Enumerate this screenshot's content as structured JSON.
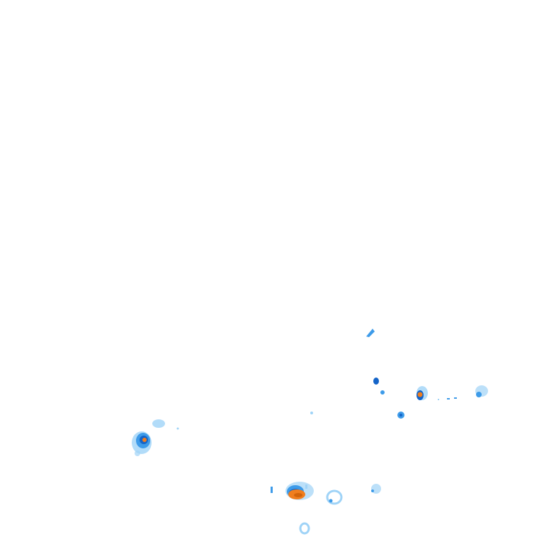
{
  "map": {
    "layer": "rain-radar-overlay",
    "colors": {
      "light": "#9fd3f7",
      "medium": "#3d9be9",
      "heavy": "#1464c8",
      "intense": "#f07e1e",
      "intense_core": "#d2640a"
    },
    "cells": [
      {
        "id": "cell-west",
        "intensity": "intense"
      },
      {
        "id": "cell-south-centre",
        "intensity": "intense"
      },
      {
        "id": "cell-east",
        "intensity": "intense"
      },
      {
        "id": "cell-north-east",
        "intensity": "medium"
      },
      {
        "id": "cell-mid-east",
        "intensity": "heavy"
      },
      {
        "id": "cell-far-east",
        "intensity": "medium"
      },
      {
        "id": "cell-south-ring",
        "intensity": "light"
      },
      {
        "id": "cell-south-east",
        "intensity": "light"
      },
      {
        "id": "cell-south",
        "intensity": "light"
      },
      {
        "id": "cell-small-a",
        "intensity": "light"
      },
      {
        "id": "cell-small-b",
        "intensity": "medium"
      },
      {
        "id": "cell-small-c",
        "intensity": "heavy"
      }
    ]
  }
}
